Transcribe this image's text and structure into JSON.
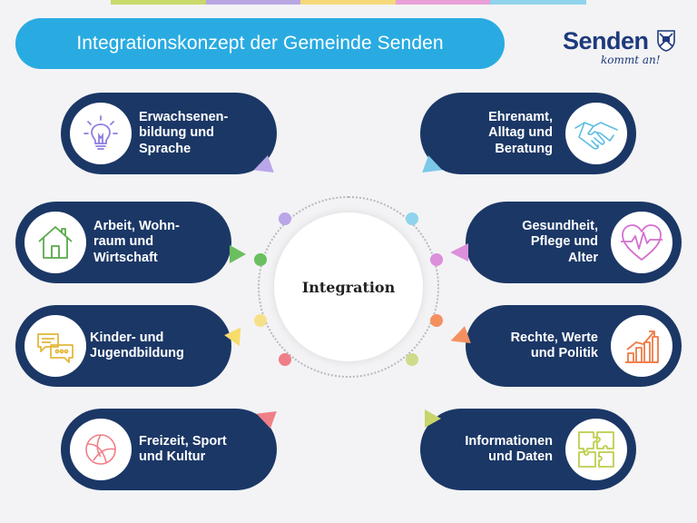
{
  "title": "Integrationskonzept der Gemeinde Senden",
  "logo": {
    "word": "Senden",
    "tagline": "kommt an!"
  },
  "hub": {
    "label": "Integration"
  },
  "colors": {
    "title_pill": "#29abe2",
    "pill": "#1b3766",
    "logo": "#1d3a7c",
    "top_stripes": [
      "#c9d96b",
      "#b9a6e3",
      "#f5d87a",
      "#e8a0d6",
      "#8fd3ec"
    ]
  },
  "topics": [
    {
      "side": "left",
      "lines": [
        "Erwachsenen-",
        "bildung und",
        "Sprache"
      ],
      "icon": "lightbulb-icon",
      "accent": "#a99be8"
    },
    {
      "side": "left",
      "lines": [
        "Arbeit, Wohn-",
        "raum und",
        "Wirtschaft"
      ],
      "icon": "house-icon",
      "accent": "#7bbf6a"
    },
    {
      "side": "left",
      "lines": [
        "Kinder- und",
        "Jugendbildung"
      ],
      "icon": "speech-bubbles-icon",
      "accent": "#f5d35c"
    },
    {
      "side": "left",
      "lines": [
        "Freizeit, Sport",
        "und Kultur"
      ],
      "icon": "volleyball-icon",
      "accent": "#ef7f86"
    },
    {
      "side": "right",
      "lines": [
        "Ehrenamt,",
        "Alltag und",
        "Beratung"
      ],
      "icon": "handshake-icon",
      "accent": "#6ec6e8"
    },
    {
      "side": "right",
      "lines": [
        "Gesundheit,",
        "Pflege und",
        "Alter"
      ],
      "icon": "heartbeat-icon",
      "accent": "#d784d2"
    },
    {
      "side": "right",
      "lines": [
        "Rechte, Werte",
        "und Politik"
      ],
      "icon": "bar-chart-arrow-icon",
      "accent": "#f49060"
    },
    {
      "side": "right",
      "lines": [
        "Informationen",
        "und Daten"
      ],
      "icon": "puzzle-icon",
      "accent": "#c7d56a"
    }
  ]
}
